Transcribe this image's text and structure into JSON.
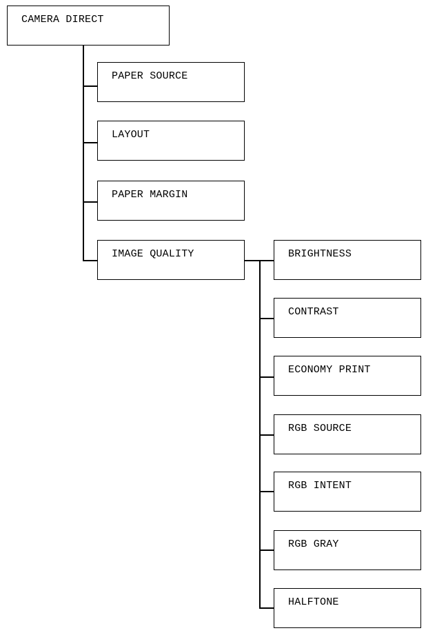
{
  "root": {
    "label": "CAMERA DIRECT"
  },
  "level1": [
    {
      "label": "PAPER SOURCE"
    },
    {
      "label": "LAYOUT"
    },
    {
      "label": "PAPER MARGIN"
    },
    {
      "label": "IMAGE QUALITY"
    }
  ],
  "image_quality_children": [
    {
      "label": "BRIGHTNESS"
    },
    {
      "label": "CONTRAST"
    },
    {
      "label": "ECONOMY PRINT"
    },
    {
      "label": "RGB SOURCE"
    },
    {
      "label": "RGB INTENT"
    },
    {
      "label": "RGB GRAY"
    },
    {
      "label": "HALFTONE"
    }
  ]
}
